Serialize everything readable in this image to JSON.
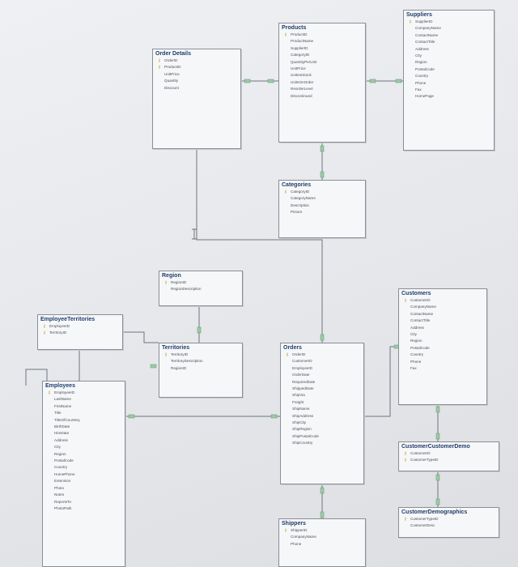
{
  "tables": [
    {
      "id": "order-details",
      "title": "Order Details",
      "fields": [
        {
          "name": "OrderID",
          "key": true
        },
        {
          "name": "ProductID",
          "key": true
        },
        {
          "name": "UnitPrice",
          "key": false
        },
        {
          "name": "Quantity",
          "key": false
        },
        {
          "name": "Discount",
          "key": false
        }
      ]
    },
    {
      "id": "products",
      "title": "Products",
      "fields": [
        {
          "name": "ProductID",
          "key": true
        },
        {
          "name": "ProductName",
          "key": false
        },
        {
          "name": "SupplierID",
          "key": false
        },
        {
          "name": "CategoryID",
          "key": false
        },
        {
          "name": "QuantityPerUnit",
          "key": false
        },
        {
          "name": "UnitPrice",
          "key": false
        },
        {
          "name": "UnitsInStock",
          "key": false
        },
        {
          "name": "UnitsOnOrder",
          "key": false
        },
        {
          "name": "ReorderLevel",
          "key": false
        },
        {
          "name": "Discontinued",
          "key": false
        }
      ]
    },
    {
      "id": "suppliers",
      "title": "Suppliers",
      "fields": [
        {
          "name": "SupplierID",
          "key": true
        },
        {
          "name": "CompanyName",
          "key": false
        },
        {
          "name": "ContactName",
          "key": false
        },
        {
          "name": "ContactTitle",
          "key": false
        },
        {
          "name": "Address",
          "key": false
        },
        {
          "name": "City",
          "key": false
        },
        {
          "name": "Region",
          "key": false
        },
        {
          "name": "PostalCode",
          "key": false
        },
        {
          "name": "Country",
          "key": false
        },
        {
          "name": "Phone",
          "key": false
        },
        {
          "name": "Fax",
          "key": false
        },
        {
          "name": "HomePage",
          "key": false
        }
      ]
    },
    {
      "id": "categories",
      "title": "Categories",
      "fields": [
        {
          "name": "CategoryID",
          "key": true
        },
        {
          "name": "CategoryName",
          "key": false
        },
        {
          "name": "Description",
          "key": false
        },
        {
          "name": "Picture",
          "key": false
        }
      ]
    },
    {
      "id": "region",
      "title": "Region",
      "fields": [
        {
          "name": "RegionID",
          "key": true
        },
        {
          "name": "RegionDescription",
          "key": false
        }
      ]
    },
    {
      "id": "employee-territories",
      "title": "EmployeeTerritories",
      "fields": [
        {
          "name": "EmployeeID",
          "key": true
        },
        {
          "name": "TerritoryID",
          "key": true
        }
      ]
    },
    {
      "id": "territories",
      "title": "Territories",
      "fields": [
        {
          "name": "TerritoryID",
          "key": true
        },
        {
          "name": "TerritoryDescription",
          "key": false
        },
        {
          "name": "RegionID",
          "key": false
        }
      ]
    },
    {
      "id": "orders",
      "title": "Orders",
      "fields": [
        {
          "name": "OrderID",
          "key": true
        },
        {
          "name": "CustomerID",
          "key": false
        },
        {
          "name": "EmployeeID",
          "key": false
        },
        {
          "name": "OrderDate",
          "key": false
        },
        {
          "name": "RequiredDate",
          "key": false
        },
        {
          "name": "ShippedDate",
          "key": false
        },
        {
          "name": "ShipVia",
          "key": false
        },
        {
          "name": "Freight",
          "key": false
        },
        {
          "name": "ShipName",
          "key": false
        },
        {
          "name": "ShipAddress",
          "key": false
        },
        {
          "name": "ShipCity",
          "key": false
        },
        {
          "name": "ShipRegion",
          "key": false
        },
        {
          "name": "ShipPostalCode",
          "key": false
        },
        {
          "name": "ShipCountry",
          "key": false
        }
      ]
    },
    {
      "id": "customers",
      "title": "Customers",
      "fields": [
        {
          "name": "CustomerID",
          "key": true
        },
        {
          "name": "CompanyName",
          "key": false
        },
        {
          "name": "ContactName",
          "key": false
        },
        {
          "name": "ContactTitle",
          "key": false
        },
        {
          "name": "Address",
          "key": false
        },
        {
          "name": "City",
          "key": false
        },
        {
          "name": "Region",
          "key": false
        },
        {
          "name": "PostalCode",
          "key": false
        },
        {
          "name": "Country",
          "key": false
        },
        {
          "name": "Phone",
          "key": false
        },
        {
          "name": "Fax",
          "key": false
        }
      ]
    },
    {
      "id": "employees",
      "title": "Employees",
      "fields": [
        {
          "name": "EmployeeID",
          "key": true
        },
        {
          "name": "LastName",
          "key": false
        },
        {
          "name": "FirstName",
          "key": false
        },
        {
          "name": "Title",
          "key": false
        },
        {
          "name": "TitleOfCourtesy",
          "key": false
        },
        {
          "name": "BirthDate",
          "key": false
        },
        {
          "name": "HireDate",
          "key": false
        },
        {
          "name": "Address",
          "key": false
        },
        {
          "name": "City",
          "key": false
        },
        {
          "name": "Region",
          "key": false
        },
        {
          "name": "PostalCode",
          "key": false
        },
        {
          "name": "Country",
          "key": false
        },
        {
          "name": "HomePhone",
          "key": false
        },
        {
          "name": "Extension",
          "key": false
        },
        {
          "name": "Photo",
          "key": false
        },
        {
          "name": "Notes",
          "key": false
        },
        {
          "name": "ReportsTo",
          "key": false
        },
        {
          "name": "PhotoPath",
          "key": false
        }
      ]
    },
    {
      "id": "customer-customer-demo",
      "title": "CustomerCustomerDemo",
      "fields": [
        {
          "name": "CustomerID",
          "key": true
        },
        {
          "name": "CustomerTypeID",
          "key": true
        }
      ]
    },
    {
      "id": "customer-demographics",
      "title": "CustomerDemographics",
      "fields": [
        {
          "name": "CustomerTypeID",
          "key": true
        },
        {
          "name": "CustomerDesc",
          "key": false
        }
      ]
    },
    {
      "id": "shippers",
      "title": "Shippers",
      "fields": [
        {
          "name": "ShipperID",
          "key": true
        },
        {
          "name": "CompanyName",
          "key": false
        },
        {
          "name": "Phone",
          "key": false
        }
      ]
    }
  ],
  "colors": {
    "line": "#6f757d",
    "title": "#1f3d6b",
    "key": "#c49a1d",
    "marker": "#9ec9a8"
  }
}
